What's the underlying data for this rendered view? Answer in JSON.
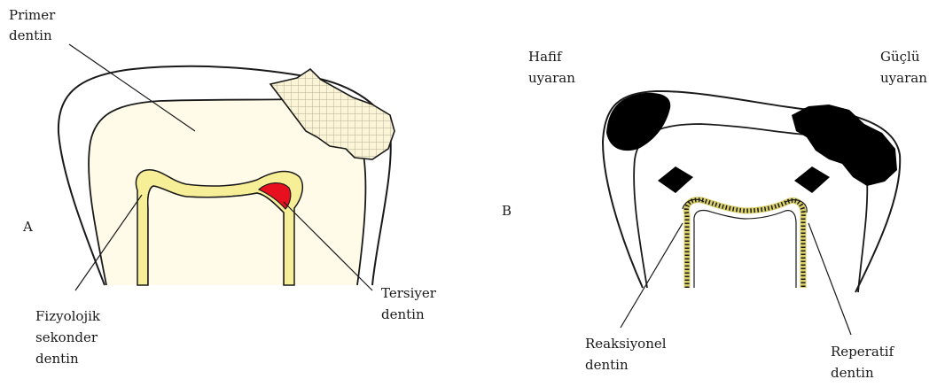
{
  "panel_a": {
    "letter": "A",
    "primer_line1": "Primer",
    "primer_line2": "dentin",
    "fizyo_line1": "Fizyolojik",
    "fizyo_line2": "sekonder",
    "fizyo_line3": "dentin",
    "tersiyer_line1": "Tersiyer",
    "tersiyer_line2": "dentin"
  },
  "panel_b": {
    "letter": "B",
    "hafif_line1": "Hafif",
    "hafif_line2": "uyaran",
    "guclu_line1": "Güçlü",
    "guclu_line2": "uyaran",
    "reaksiyonel_line1": "Reaksiyonel",
    "reaksiyonel_line2": "dentin",
    "reperatif_line1": "Reperatif",
    "reperatif_line2": "dentin"
  },
  "colors": {
    "dentin_fill": "#fffbe8",
    "secondary_dentin": "#f7ee98",
    "tertiary_dentin": "#e8101e",
    "carious_lesion": "#fbf4d6",
    "stimulus_black": "#000000",
    "outline": "#1a1a1a"
  }
}
